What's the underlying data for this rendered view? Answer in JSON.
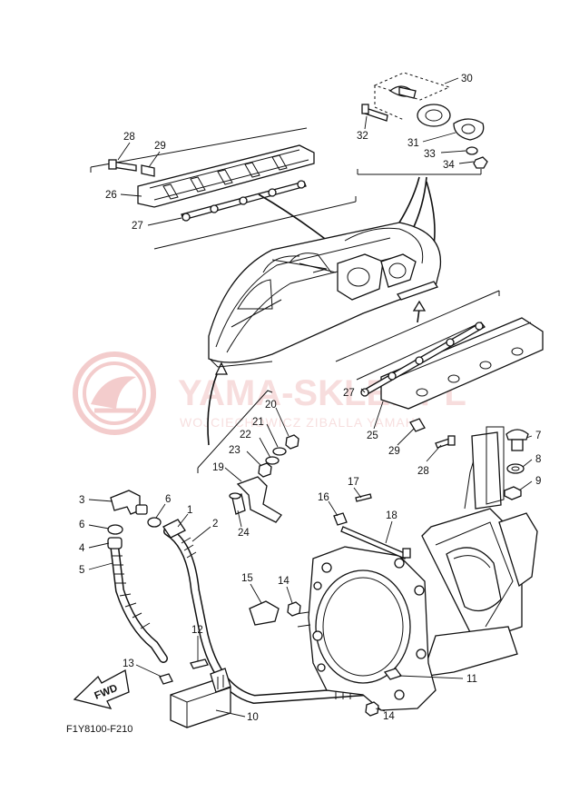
{
  "diagram_code": "F1Y8100-F210",
  "fwd_label": "FWD",
  "watermark": {
    "title": "YAMA-SKLEP.PL",
    "subtitle": "WOJCIECHOWICZ ZIBALLA YAMAHA"
  },
  "callouts": [
    "1",
    "2",
    "3",
    "4",
    "5",
    "6",
    "6",
    "7",
    "8",
    "9",
    "10",
    "11",
    "12",
    "13",
    "14",
    "14",
    "15",
    "16",
    "17",
    "18",
    "19",
    "20",
    "21",
    "22",
    "23",
    "24",
    "25",
    "26",
    "27",
    "27",
    "28",
    "28",
    "29",
    "29",
    "30",
    "31",
    "32",
    "33",
    "34"
  ],
  "colors": {
    "line": "#111111",
    "watermark": "#e8a0a0"
  }
}
